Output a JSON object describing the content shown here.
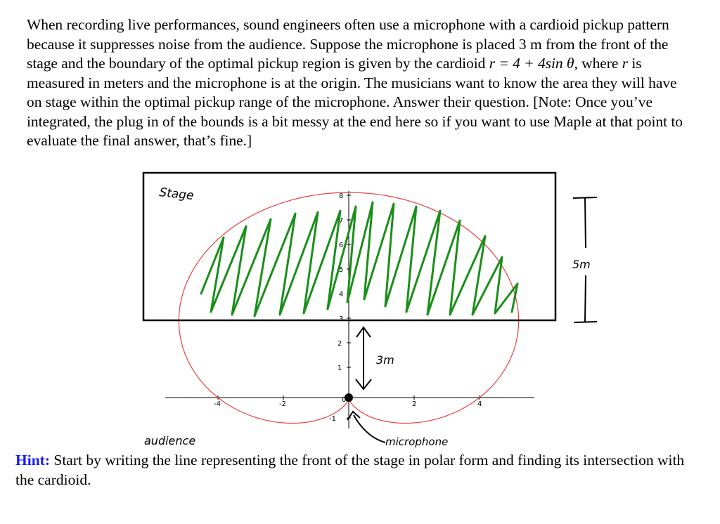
{
  "problem": {
    "p1": "When recording live performances, sound engineers often use a microphone with a cardioid pickup pattern because it suppresses noise from the audience.  Suppose the microphone is placed 3 m from the front of the stage and the boundary of the optimal pickup region is given by the cardioid ",
    "equation": "r = 4 + 4sin θ",
    "p2": ", where ",
    "var": "r",
    "p3": " is measured in meters and the microphone is at the origin.  The musicians want to know the area they will have on stage within the optimal pickup range of the microphone.  Answer their question.  [Note:  Once you’ve integrated, the plug in of the bounds is a bit messy at the end here so if you want to use Maple at that point to evaluate the final answer, that’s fine.]"
  },
  "figure": {
    "x_ticks": [
      "-4",
      "-2",
      "0",
      "2",
      "4"
    ],
    "y_ticks": [
      "-1",
      "1",
      "2",
      "3",
      "4",
      "5",
      "6",
      "7",
      "8"
    ],
    "labels": {
      "stage": "Stage",
      "five_m": "5m",
      "three_m": "3m",
      "audience": "audience",
      "microphone": "microphone"
    },
    "colors": {
      "cardioid": "#e84040",
      "shading": "#1a8f1a",
      "outline": "#000000"
    }
  },
  "hint": {
    "label": "Hint:",
    "text": "  Start by writing the line representing the front of the stage in polar form and finding its intersection with the cardioid."
  }
}
